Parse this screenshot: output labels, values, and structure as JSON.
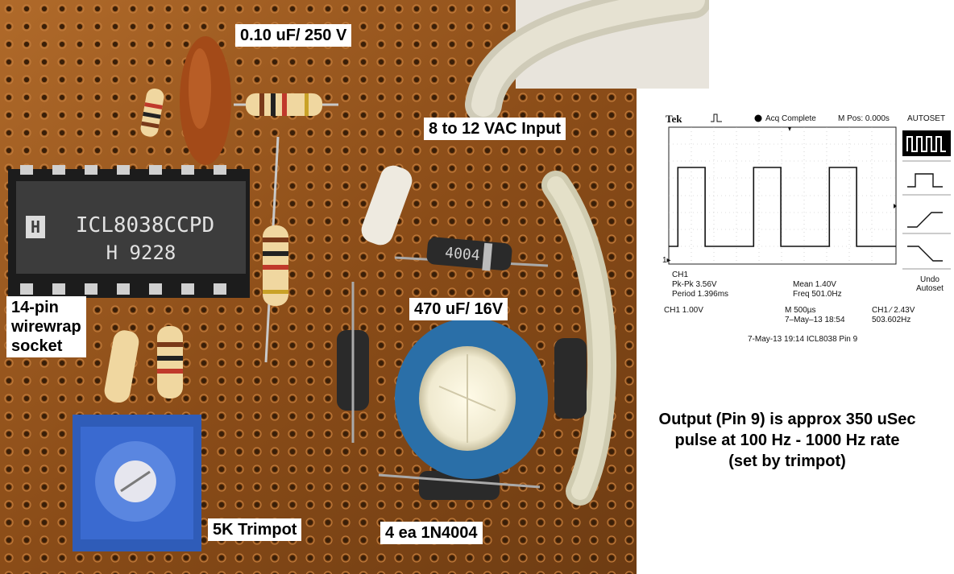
{
  "labels": {
    "capacitor_small": "0.10 uF/ 250 V",
    "input": "8 to 12 VAC Input",
    "socket": [
      "14-pin",
      "wirewrap",
      "socket"
    ],
    "cap_electrolytic": "470 uF/ 16V",
    "trimpot": "5K Trimpot",
    "diodes": "4 ea 1N4004"
  },
  "chip": {
    "logo": "H",
    "part": "ICL8038CCPD",
    "code": "H 9228"
  },
  "diode_marking": "4004",
  "scope": {
    "brand": "Tek",
    "status": "Acq Complete",
    "mpos": "M Pos: 0.000s",
    "autoset": "AUTOSET",
    "undo": [
      "Undo",
      "Autoset"
    ],
    "ch1_marker": "1▸",
    "meas_ch": "CH1",
    "pkpk": "Pk-Pk 3.56V",
    "period": "Period 1.396ms",
    "mean": "Mean 1.40V",
    "freq": "Freq 501.0Hz",
    "ch1_scale": "CH1  1.00V",
    "timebase": "M 500µs",
    "date_inner": "7–May–13 18:54",
    "trigger": "CH1 ∕ 2.43V",
    "trig_freq": "503.602Hz",
    "footer": "7-May-13 19:14   ICL8038 Pin 9",
    "waveform": {
      "type": "pulse",
      "pulses": 3,
      "high_fraction": 0.36,
      "colors": {
        "trace": "#111111"
      }
    }
  },
  "caption": [
    "Output (Pin 9) is approx 350 uSec",
    "pulse at 100 Hz - 1000 Hz rate",
    "(set by trimpot)"
  ]
}
